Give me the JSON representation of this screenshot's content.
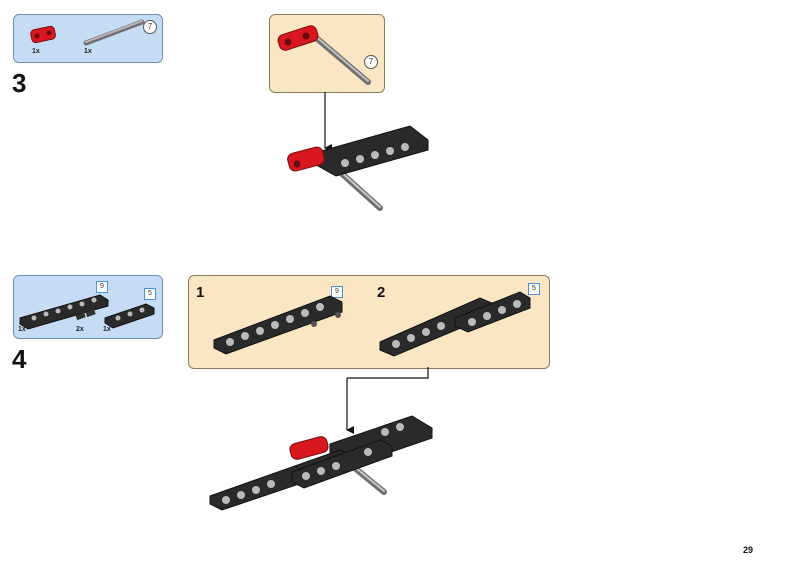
{
  "step3": {
    "number": "3",
    "parts": [
      {
        "qty": "1x",
        "icon": "red-connector"
      },
      {
        "qty": "1x",
        "icon": "grey-axle",
        "length": "7"
      }
    ],
    "callout_length": "7"
  },
  "step4": {
    "number": "4",
    "parts": [
      {
        "qty": "1x",
        "icon": "black-beam",
        "length": "9"
      },
      {
        "qty": "2x",
        "icon": "black-pin"
      },
      {
        "qty": "1x",
        "icon": "black-beam",
        "length": "5"
      }
    ],
    "substeps": [
      {
        "number": "1",
        "length": "9"
      },
      {
        "number": "2",
        "length": "5"
      }
    ]
  },
  "page_number": "29",
  "colors": {
    "parts_bg": "#c6dbf4",
    "callout_bg": "#fbe6c4",
    "beam": "#2a2a2a",
    "connector": "#d8171e",
    "axle": "#a0a0a0"
  }
}
